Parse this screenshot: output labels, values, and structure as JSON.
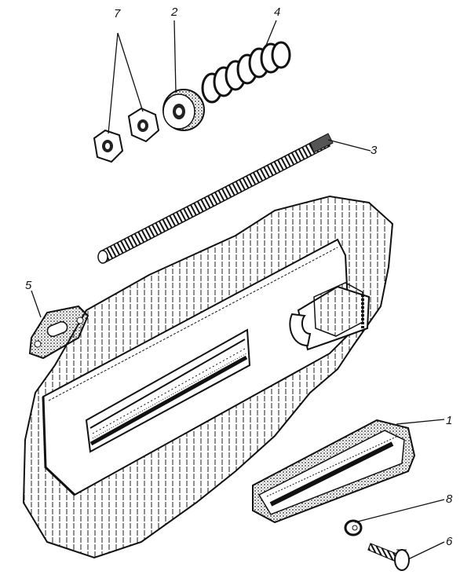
{
  "figure": {
    "callouts": [
      {
        "id": "label-7",
        "text": "7"
      },
      {
        "id": "label-2",
        "text": "2"
      },
      {
        "id": "label-4",
        "text": "4"
      },
      {
        "id": "label-3",
        "text": "3"
      },
      {
        "id": "label-5",
        "text": "5"
      },
      {
        "id": "label-1",
        "text": "1"
      },
      {
        "id": "label-8",
        "text": "8"
      },
      {
        "id": "label-6",
        "text": "6"
      }
    ]
  }
}
